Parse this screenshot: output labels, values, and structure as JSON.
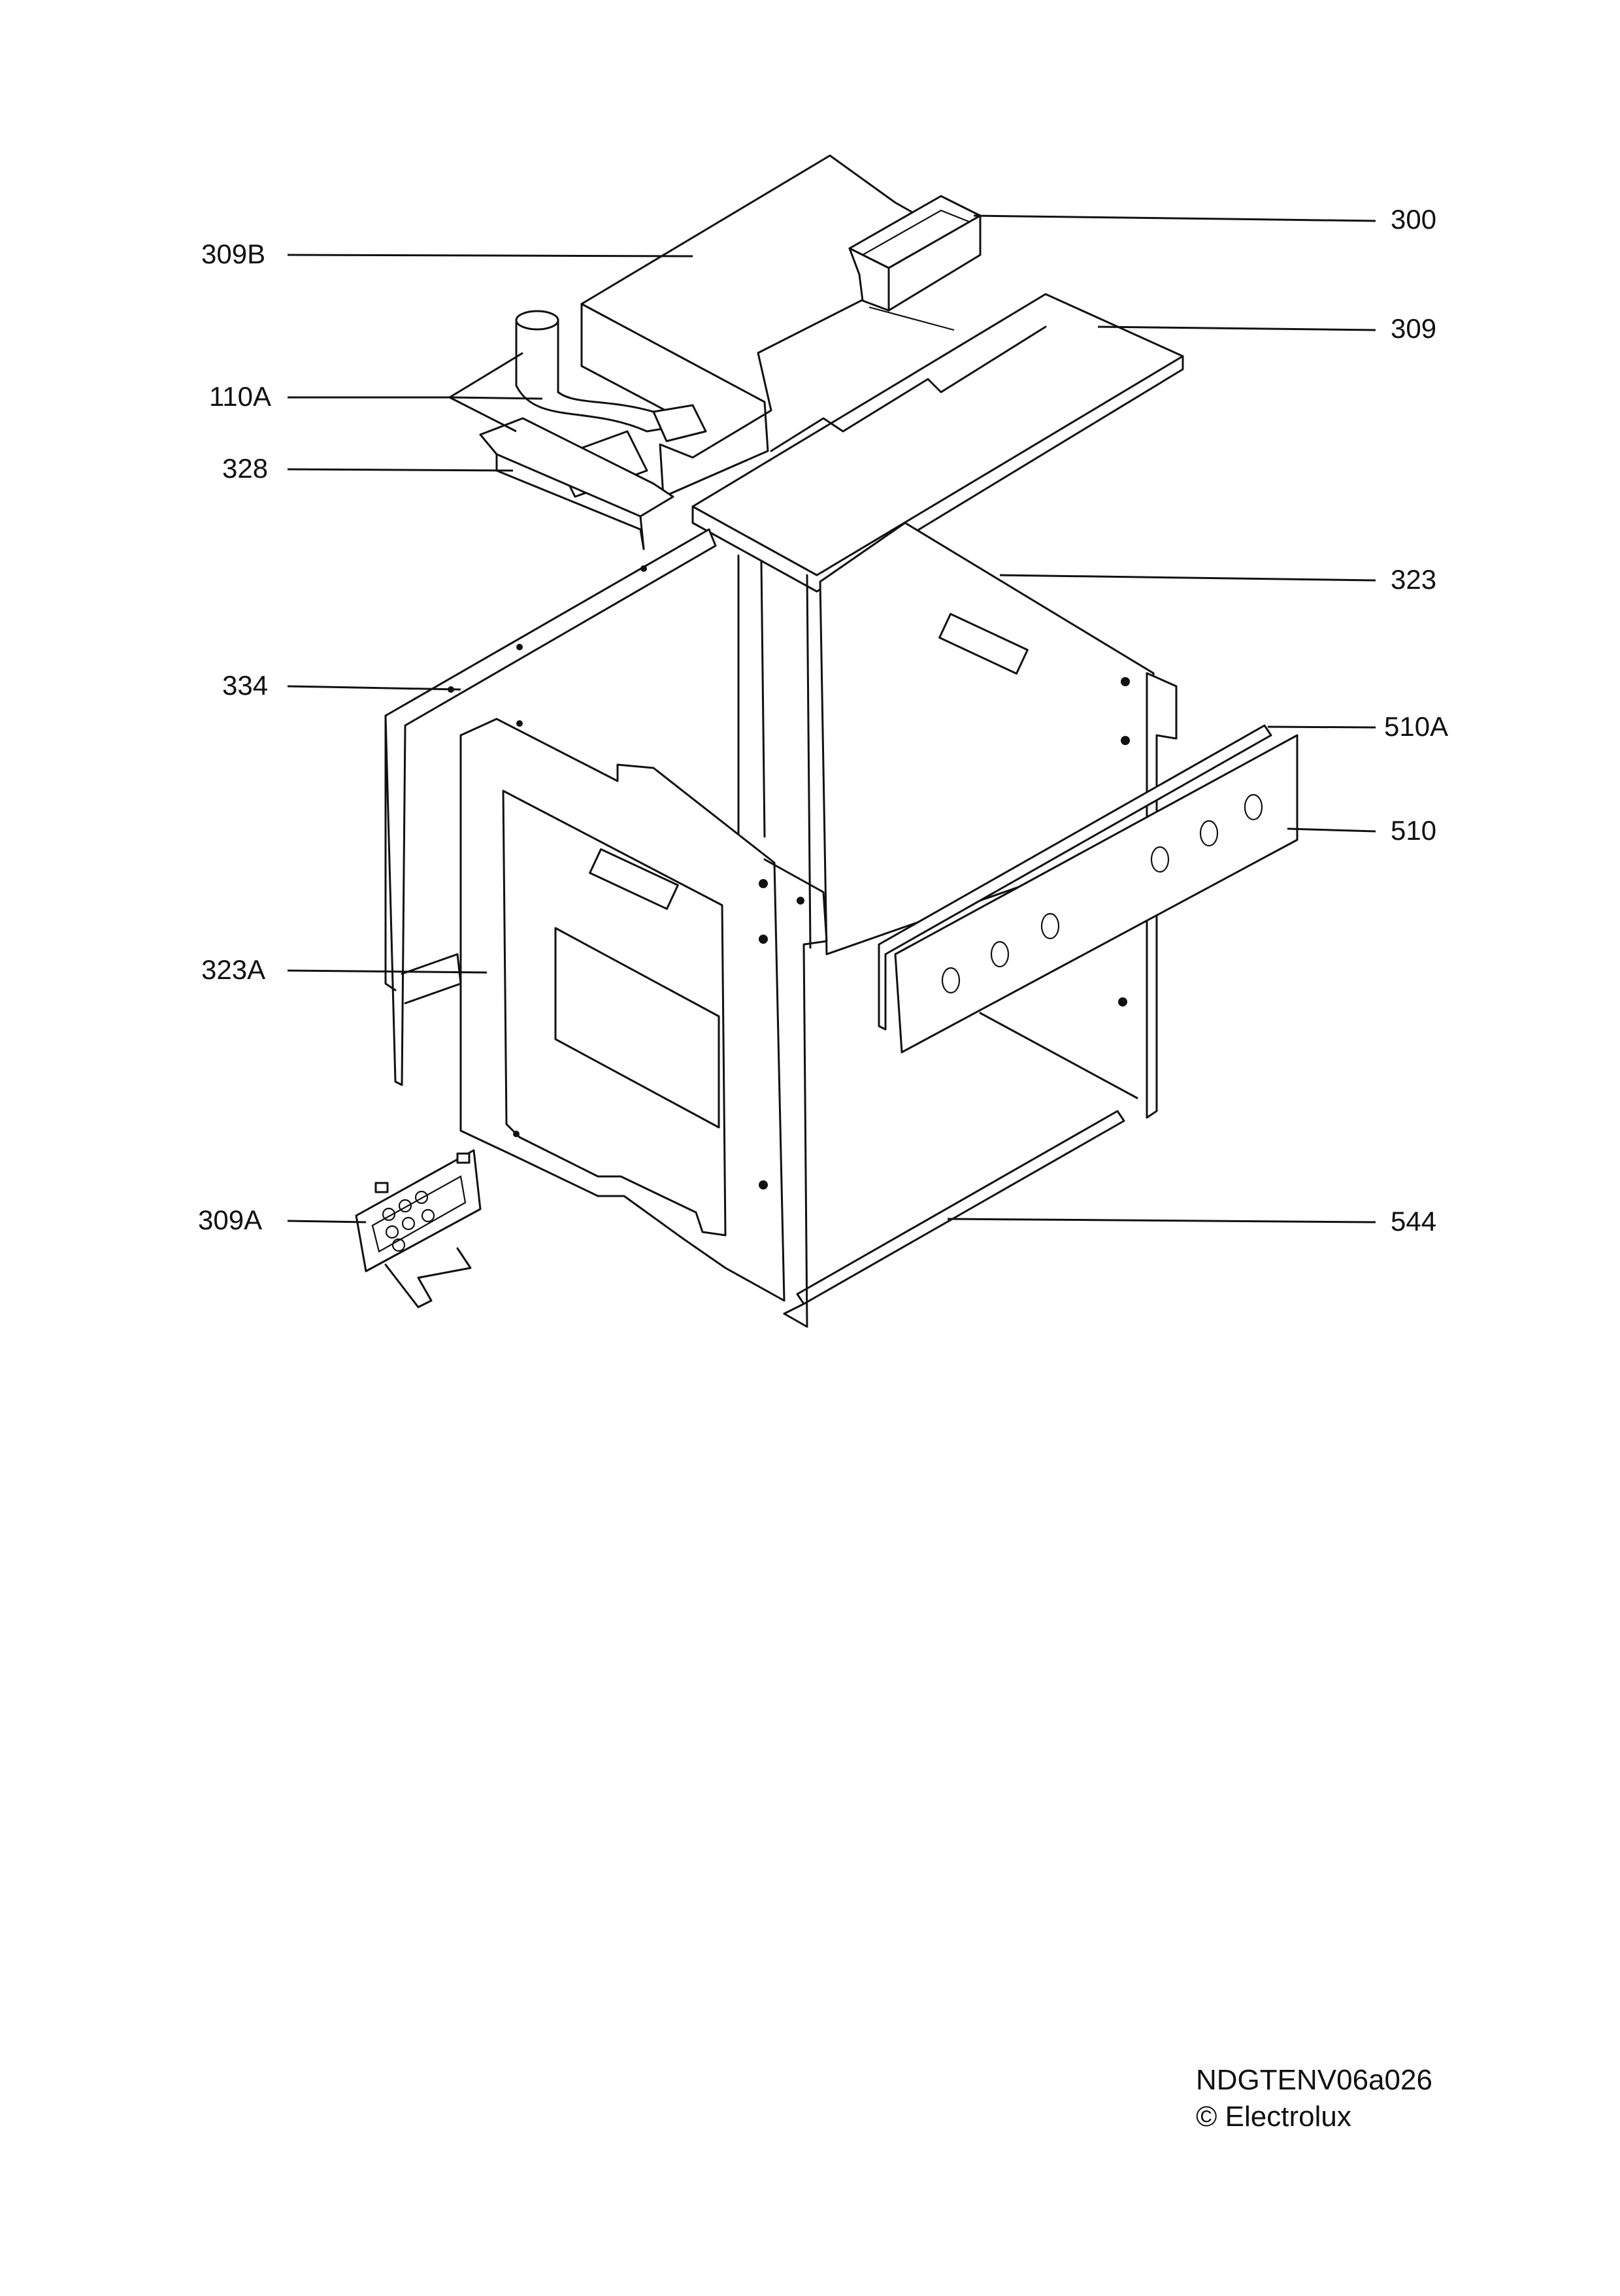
{
  "callouts": {
    "c300": "300",
    "c309b": "309B",
    "c309": "309",
    "c110a": "110A",
    "c328": "328",
    "c323": "323",
    "c334": "334",
    "c510a": "510A",
    "c510": "510",
    "c323a": "323A",
    "c309a": "309A",
    "c544": "544"
  },
  "footer": {
    "code": "NDGTENV06a026",
    "copyright": "© Electrolux"
  }
}
